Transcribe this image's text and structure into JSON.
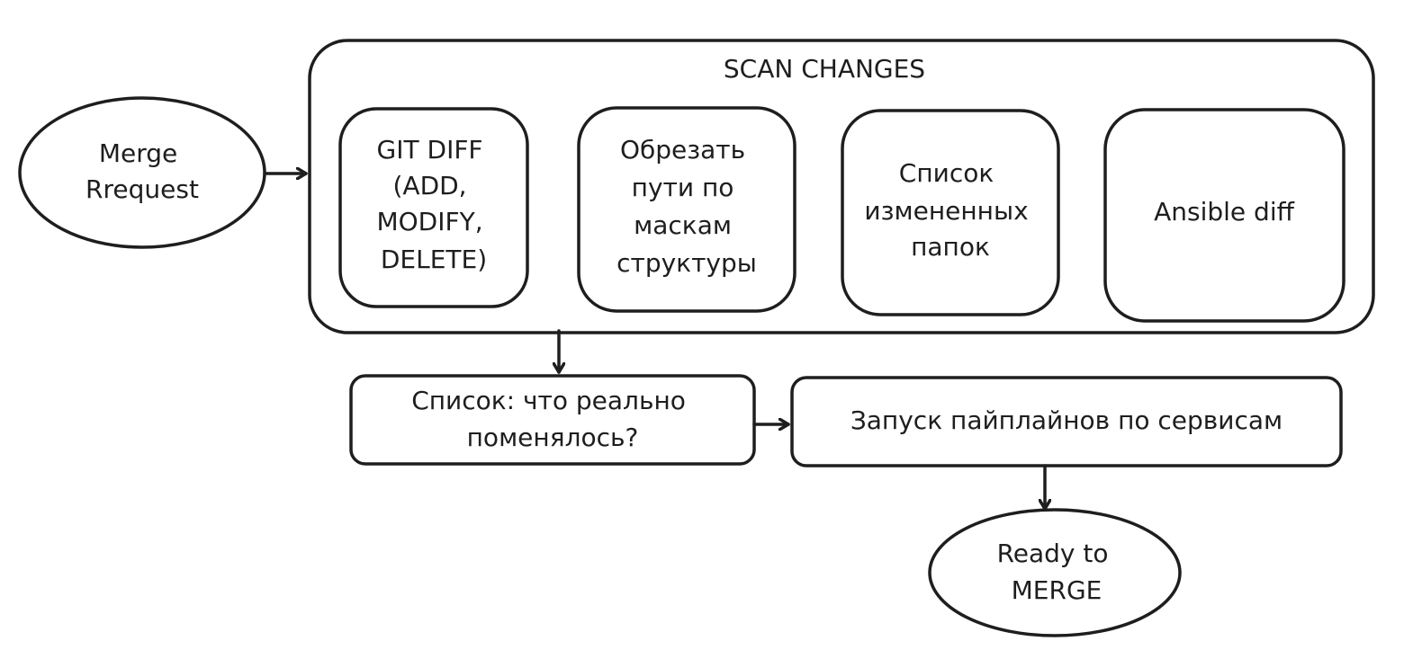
{
  "nodes": {
    "merge_request": {
      "lines": [
        "Merge",
        "Rrequest"
      ]
    },
    "scan_changes": {
      "title": "SCAN CHANGES"
    },
    "git_diff": {
      "lines": [
        "GIT DIFF",
        "(ADD,",
        "MODIFY,",
        "DELETE)"
      ]
    },
    "trim_paths": {
      "lines": [
        "Обрезать",
        "пути по",
        "маскам",
        "структуры"
      ]
    },
    "changed_folders": {
      "lines": [
        "Список",
        "измененных",
        "папок"
      ]
    },
    "ansible_diff": {
      "lines": [
        "Ansible diff"
      ]
    },
    "what_changed": {
      "lines": [
        "Список: что реально",
        "поменялось?"
      ]
    },
    "run_pipelines": {
      "lines": [
        "Запуск пайплайнов по сервисам"
      ]
    },
    "ready_to_merge": {
      "lines": [
        "Ready to",
        "MERGE"
      ]
    }
  },
  "colors": {
    "stroke": "#1e1e1e",
    "fill": "#ffffff",
    "text": "#1e1e1e"
  }
}
